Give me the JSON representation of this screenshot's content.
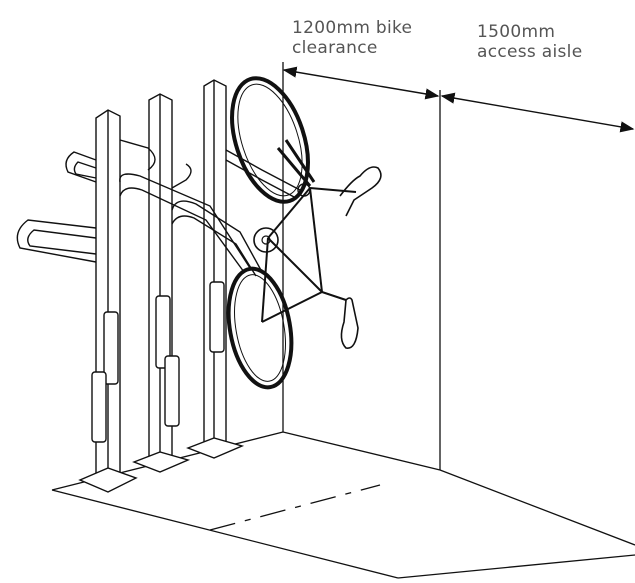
{
  "annotations": {
    "bike_clearance": {
      "line1": "1200mm bike",
      "line2": "clearance"
    },
    "access_aisle": {
      "line1": "1500mm",
      "line2": "access aisle"
    }
  },
  "colors": {
    "line": "#111111",
    "text": "#555555",
    "background": "#ffffff"
  }
}
